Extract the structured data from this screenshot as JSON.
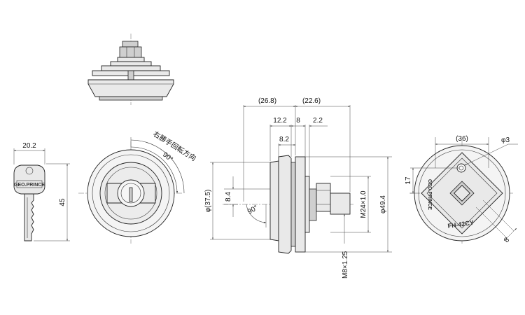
{
  "key_view": {
    "width_label": "20.2",
    "height_label": "45",
    "brand_text": "GEO.PRINCE"
  },
  "front_view": {
    "rotation_label": "右勝手回転方向",
    "angle_label": "90°"
  },
  "side_view": {
    "dim_overall_left": "(26.8)",
    "dim_overall_right": "(22.6)",
    "dim_12_2": "12.2",
    "dim_8": "8",
    "dim_2_2": "2.2",
    "dim_8_2": "8.2",
    "dim_body_dia": "φ(37.5)",
    "dim_8_4": "8.4",
    "dim_angle": "90°",
    "dim_thread_m24": "M24×1.0",
    "dim_flange_dia": "φ49.4",
    "dim_thread_m8": "M8×1.25"
  },
  "back_view": {
    "dim_36": "(36)",
    "dim_hole": "φ3",
    "dim_17": "17",
    "dim_square": "8",
    "brand_text": "GEO.PRINCE",
    "model_text": "FH-42CY"
  }
}
